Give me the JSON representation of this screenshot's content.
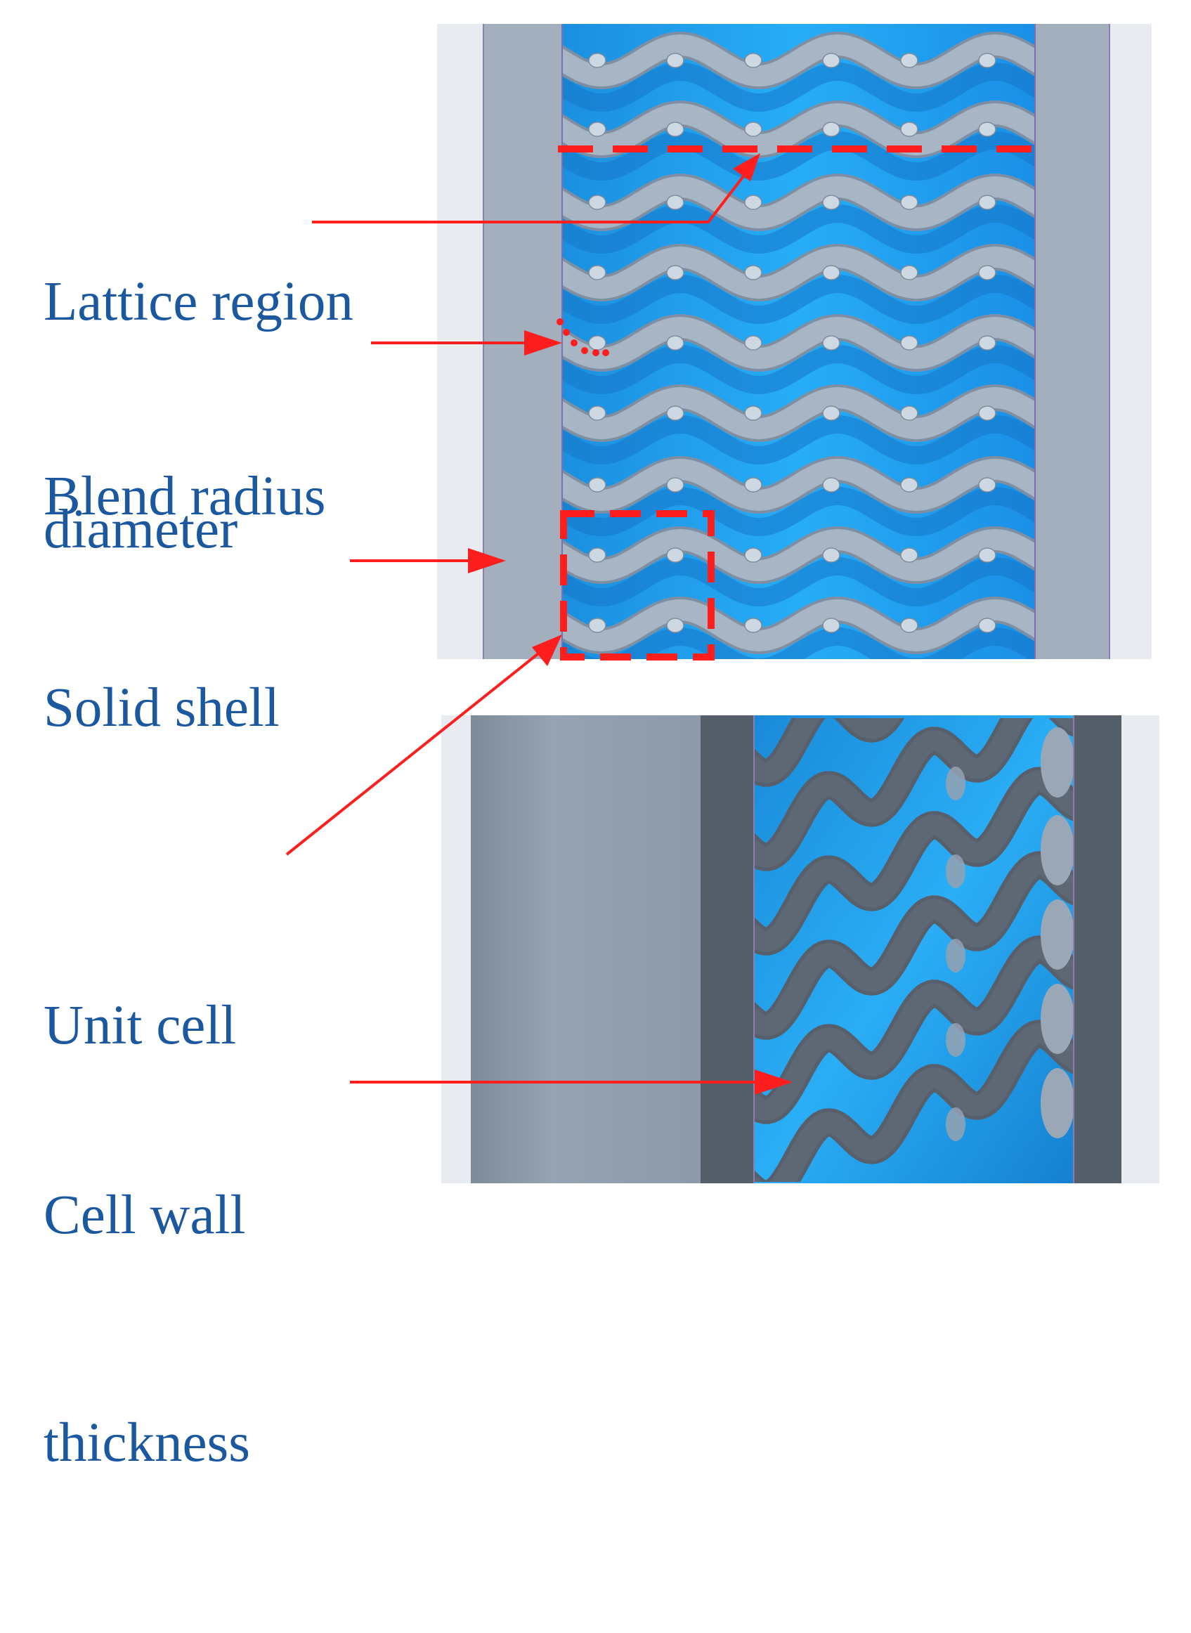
{
  "labels": {
    "lattice_region_diameter": [
      "Lattice region",
      "diameter"
    ],
    "blend_radius": [
      "Blend radius"
    ],
    "solid_shell": [
      "Solid shell"
    ],
    "unit_cell": [
      "Unit cell"
    ],
    "cell_wall_thickness": [
      "Cell wall",
      "thickness"
    ]
  },
  "colors": {
    "label_text": "#1b58a0",
    "annotation_red": "#ff1e1e",
    "lattice_blue": "#1fa3ee",
    "shell_gray": "#a2afbd",
    "wall_dark": "#555f6a",
    "background_light": "#e6e9ee"
  }
}
